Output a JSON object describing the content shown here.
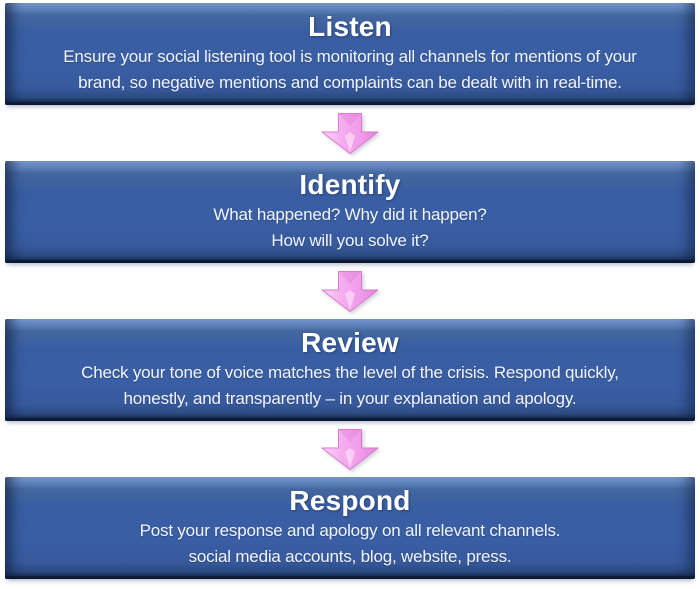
{
  "colors": {
    "box_fill": "#3a5ea4",
    "box_edge_dark": "#16294d",
    "box_rim_light": "#86a6dc",
    "box_text": "#ffffff",
    "arrow_pink": "#f4a7ee",
    "arrow_pink_light": "#fbd4f8",
    "arrow_pink_dark": "#e387da",
    "arrow_outline": "#da7ad2",
    "background": "#ffffff"
  },
  "icons": {
    "connector": "down-arrow-icon"
  },
  "steps": [
    {
      "title": "Listen",
      "line1": "Ensure your social listening tool is monitoring all channels for mentions of your",
      "line2": "brand, so negative mentions and complaints can be dealt with in real-time."
    },
    {
      "title": "Identify",
      "line1": "What happened? Why did it happen?",
      "line2": "How will you solve it?"
    },
    {
      "title": "Review",
      "line1": "Check your tone of voice matches the level of the crisis. Respond quickly,",
      "line2": "honestly, and transparently – in your explanation and apology."
    },
    {
      "title": "Respond",
      "line1": "Post your response and apology on all relevant channels.",
      "line2": "social media accounts, blog, website, press."
    }
  ]
}
